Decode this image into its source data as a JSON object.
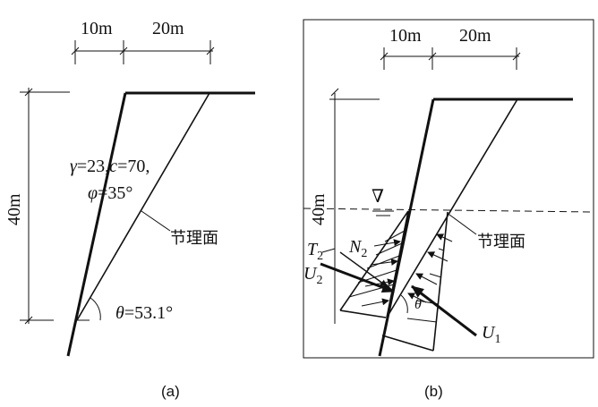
{
  "panel_a": {
    "dim_top_left": "10m",
    "dim_top_right": "20m",
    "dim_height": "40m",
    "params_line1_gamma": "γ",
    "params_line1_rest": "=23,",
    "params_line1_c": "c",
    "params_line1_cval": "=70,",
    "params_line2_phi": "φ",
    "params_line2_val": "=35°",
    "joint_label": "节理面",
    "angle_sym": "θ",
    "angle_val": "=53.1°",
    "caption": "(a)"
  },
  "panel_b": {
    "dim_top_left": "10m",
    "dim_top_right": "20m",
    "dim_height": "40m",
    "water_symbol": "∇",
    "joint_label": "节理面",
    "T2": "T",
    "T2_sub": "2",
    "N2": "N",
    "N2_sub": "2",
    "U2": "U",
    "U2_sub": "2",
    "U1": "U",
    "U1_sub": "1",
    "theta": "θ",
    "caption": "(b)"
  }
}
